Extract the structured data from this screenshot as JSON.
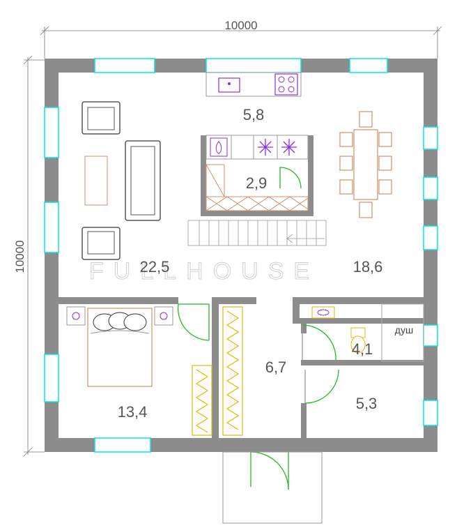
{
  "dimensions": {
    "width": "10000",
    "height": "10000"
  },
  "watermark": "FULLHOUSE",
  "rooms": {
    "kitchen": "5,8",
    "pantry": "2,9",
    "living": "22,5",
    "dining": "18,6",
    "bedroom": "13,4",
    "hall": "6,7",
    "bathroom": "4,1",
    "shower": "душ",
    "room_right": "5,3"
  },
  "colors": {
    "wall": "#8c8c8c",
    "window": "#00e5e5",
    "door": "#22bb22",
    "furniture": "#555555",
    "appliance": "#8a2be2",
    "wardrobe": "#e6b800",
    "wood": "#d08f6a"
  }
}
